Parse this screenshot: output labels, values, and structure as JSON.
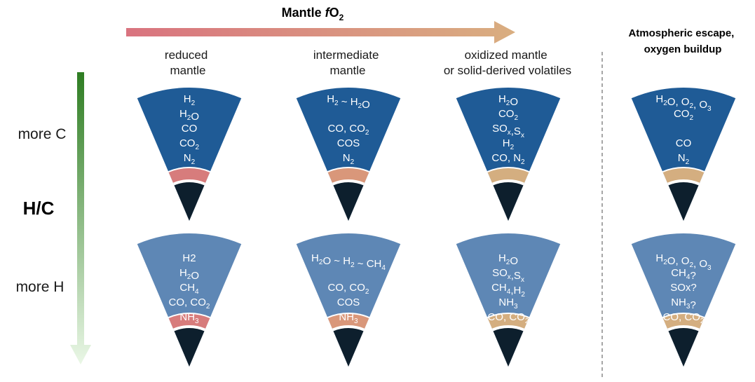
{
  "header": {
    "fo2_title": {
      "prefix": "Mantle ",
      "f": "f",
      "O": "O",
      "sub": "2"
    },
    "escape_title_line1": "Atmospheric escape,",
    "escape_title_line2": "oxygen buildup"
  },
  "columns": [
    {
      "label_lines": [
        "reduced",
        "mantle"
      ]
    },
    {
      "label_lines": [
        "intermediate",
        "mantle"
      ]
    },
    {
      "label_lines": [
        "oxidized mantle",
        "or solid-derived volatiles"
      ]
    },
    {
      "label_lines": []
    }
  ],
  "rows": [
    {
      "label": "more C"
    },
    {
      "label": "more H"
    }
  ],
  "axis_label": "H/C",
  "colors": {
    "top_row_fill": "#1f5b96",
    "bottom_row_fill": "#5e87b5",
    "reduced_band": "#d77c7c",
    "intermediate_band": "#d9977a",
    "oxidized_band": "#d4ae80",
    "core": "#0d1f2d",
    "arrow_start": "#d9737f",
    "arrow_end": "#d9ae80",
    "hc_arrow_top": "#2e7d22",
    "hc_arrow_bottom": "#eaf7e6",
    "divider": "#888888"
  },
  "wedges": [
    {
      "id": "top-reduced",
      "band": "reduced_band",
      "lines": [
        [
          [
            "H"
          ],
          [
            "2",
            "sub"
          ]
        ],
        [
          [
            "H"
          ],
          [
            "2",
            "sub"
          ],
          [
            "O"
          ]
        ],
        [
          [
            "CO"
          ]
        ],
        [
          [
            "CO"
          ],
          [
            "2",
            "sub"
          ]
        ],
        [
          [
            "N"
          ],
          [
            "2",
            "sub"
          ]
        ]
      ]
    },
    {
      "id": "top-intermediate",
      "band": "intermediate_band",
      "lines": [
        [
          [
            "H"
          ],
          [
            "2",
            "sub"
          ],
          [
            " ~ H"
          ],
          [
            "2",
            "sub"
          ],
          [
            "O"
          ]
        ],
        [
          [
            ""
          ]
        ],
        [
          [
            "CO, CO"
          ],
          [
            "2",
            "sub"
          ]
        ],
        [
          [
            "COS"
          ]
        ],
        [
          [
            "N"
          ],
          [
            "2",
            "sub"
          ]
        ]
      ]
    },
    {
      "id": "top-oxidized",
      "band": "oxidized_band",
      "lines": [
        [
          [
            "H"
          ],
          [
            "2",
            "sub"
          ],
          [
            "O"
          ]
        ],
        [
          [
            "CO"
          ],
          [
            "2",
            "sub"
          ]
        ],
        [
          [
            "SO"
          ],
          [
            "x",
            "sub"
          ],
          [
            ",S"
          ],
          [
            "x",
            "sub"
          ]
        ],
        [
          [
            "H"
          ],
          [
            "2",
            "sub"
          ]
        ],
        [
          [
            "CO, N"
          ],
          [
            "2",
            "sub"
          ]
        ]
      ]
    },
    {
      "id": "top-escape",
      "band": "oxidized_band",
      "lines": [
        [
          [
            "H"
          ],
          [
            "2",
            "sub"
          ],
          [
            "O, O"
          ],
          [
            "2",
            "sub"
          ],
          [
            ", O"
          ],
          [
            "3",
            "sub"
          ]
        ],
        [
          [
            "CO"
          ],
          [
            "2",
            "sub"
          ]
        ],
        [
          [
            ""
          ]
        ],
        [
          [
            "CO"
          ]
        ],
        [
          [
            "N"
          ],
          [
            "2",
            "sub"
          ]
        ]
      ]
    },
    {
      "id": "bottom-reduced",
      "band": "reduced_band",
      "lines": [
        [
          [
            "H2"
          ]
        ],
        [
          [
            "H"
          ],
          [
            "2",
            "sub"
          ],
          [
            "O"
          ]
        ],
        [
          [
            "CH"
          ],
          [
            "4",
            "sub"
          ]
        ],
        [
          [
            "CO, CO"
          ],
          [
            "2",
            "sub"
          ]
        ],
        [
          [
            "NH"
          ],
          [
            "3",
            "sub"
          ]
        ]
      ]
    },
    {
      "id": "bottom-intermediate",
      "band": "intermediate_band",
      "lines": [
        [
          [
            "H"
          ],
          [
            "2",
            "sub"
          ],
          [
            "O ~ H"
          ],
          [
            "2",
            "sub"
          ],
          [
            " ~ CH"
          ],
          [
            "4",
            "sub"
          ]
        ],
        [
          [
            ""
          ]
        ],
        [
          [
            "CO, CO"
          ],
          [
            "2",
            "sub"
          ]
        ],
        [
          [
            "COS"
          ]
        ],
        [
          [
            "NH"
          ],
          [
            "3",
            "sub"
          ]
        ]
      ]
    },
    {
      "id": "bottom-oxidized",
      "band": "oxidized_band",
      "lines": [
        [
          [
            "H"
          ],
          [
            "2",
            "sub"
          ],
          [
            "O"
          ]
        ],
        [
          [
            "SO"
          ],
          [
            "x",
            "sub"
          ],
          [
            ",S"
          ],
          [
            "x",
            "sub"
          ]
        ],
        [
          [
            "CH"
          ],
          [
            "4",
            "sub"
          ],
          [
            ",H"
          ],
          [
            "2",
            "sub"
          ]
        ],
        [
          [
            "NH"
          ],
          [
            "3",
            "sub"
          ]
        ],
        [
          [
            "CO, CO"
          ],
          [
            "2",
            "sub"
          ]
        ]
      ]
    },
    {
      "id": "bottom-escape",
      "band": "oxidized_band",
      "lines": [
        [
          [
            "H"
          ],
          [
            "2",
            "sub"
          ],
          [
            "O, O"
          ],
          [
            "2",
            "sub"
          ],
          [
            ", O"
          ],
          [
            "3",
            "sub"
          ]
        ],
        [
          [
            "CH"
          ],
          [
            "4",
            "sub"
          ],
          [
            "?"
          ]
        ],
        [
          [
            "SOx?"
          ]
        ],
        [
          [
            "NH"
          ],
          [
            "3",
            "sub"
          ],
          [
            "?"
          ]
        ],
        [
          [
            "CO, CO"
          ],
          [
            "2",
            "sub"
          ]
        ]
      ]
    }
  ]
}
